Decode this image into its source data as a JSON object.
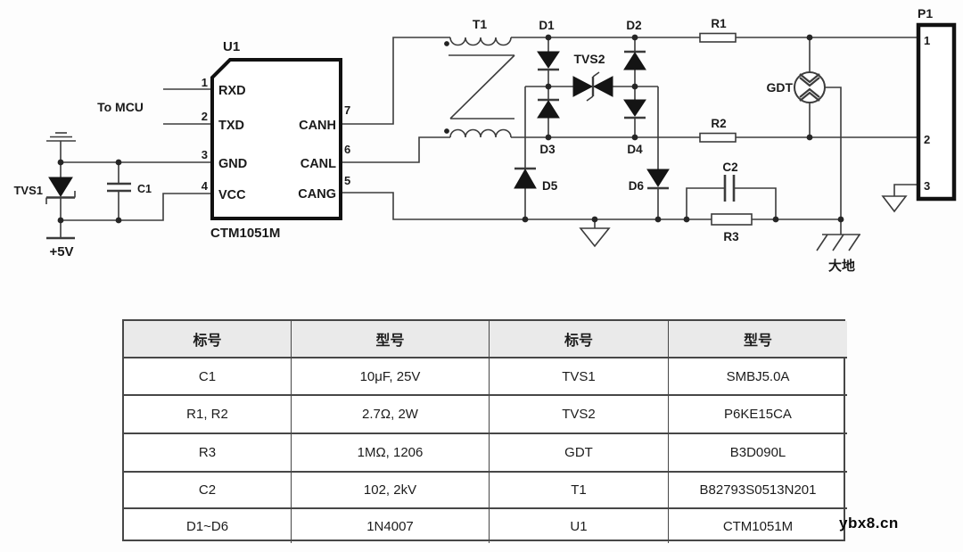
{
  "schematic": {
    "u1": {
      "ref": "U1",
      "part": "CTM1051M",
      "pins_left": [
        {
          "num": "1",
          "name": "RXD"
        },
        {
          "num": "2",
          "name": "TXD"
        },
        {
          "num": "3",
          "name": "GND"
        },
        {
          "num": "4",
          "name": "VCC"
        }
      ],
      "pins_right": [
        {
          "num": "7",
          "name": "CANH"
        },
        {
          "num": "6",
          "name": "CANL"
        },
        {
          "num": "5",
          "name": "CANG"
        }
      ]
    },
    "p1": {
      "ref": "P1",
      "pins": [
        "1",
        "2",
        "3"
      ]
    },
    "components": {
      "tvs1": "TVS1",
      "tvs2": "TVS2",
      "c1": "C1",
      "c2": "C2",
      "r1": "R1",
      "r2": "R2",
      "r3": "R3",
      "t1": "T1",
      "d1": "D1",
      "d2": "D2",
      "d3": "D3",
      "d4": "D4",
      "d5": "D5",
      "d6": "D6",
      "gdt": "GDT"
    },
    "annotations": {
      "to_mcu": "To MCU",
      "plus5v": "+5V",
      "earth": "大地"
    }
  },
  "table": {
    "headers": [
      "标号",
      "型号",
      "标号",
      "型号"
    ],
    "rows": [
      [
        "C1",
        "10μF, 25V",
        "TVS1",
        "SMBJ5.0A"
      ],
      [
        "R1, R2",
        "2.7Ω, 2W",
        "TVS2",
        "P6KE15CA"
      ],
      [
        "R3",
        "1MΩ, 1206",
        "GDT",
        "B3D090L"
      ],
      [
        "C2",
        "102, 2kV",
        "T1",
        "B82793S0513N201"
      ],
      [
        "D1~D6",
        "1N4007",
        "U1",
        "CTM1051M"
      ]
    ]
  },
  "watermark": "ybx8.cn"
}
